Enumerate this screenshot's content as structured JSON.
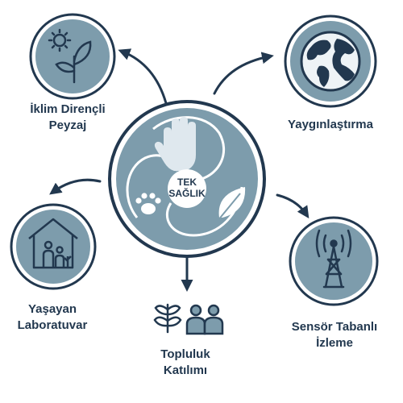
{
  "center": {
    "line1": "TEK",
    "line2": "SAĞLIK"
  },
  "nodes": {
    "climate": {
      "line1": "İklim Dirençli",
      "line2": "Peyzaj",
      "icon": "sun-plant-icon"
    },
    "dissemination": {
      "line1": "Yaygınlaştırma",
      "icon": "globe-icon"
    },
    "living_lab": {
      "line1": "Yaşayan",
      "line2": "Laboratuvar",
      "icon": "house-people-icon"
    },
    "community": {
      "line1": "Topluluk",
      "line2": "Katılımı",
      "icon": "plant-people-icon"
    },
    "sensor": {
      "line1": "Sensör Tabanlı",
      "line2": "İzleme",
      "icon": "antenna-tower-icon"
    }
  },
  "colors": {
    "navy": "#22384f",
    "circle_fill": "#7d9cac",
    "light": "#eef3f6",
    "white": "#ffffff"
  }
}
